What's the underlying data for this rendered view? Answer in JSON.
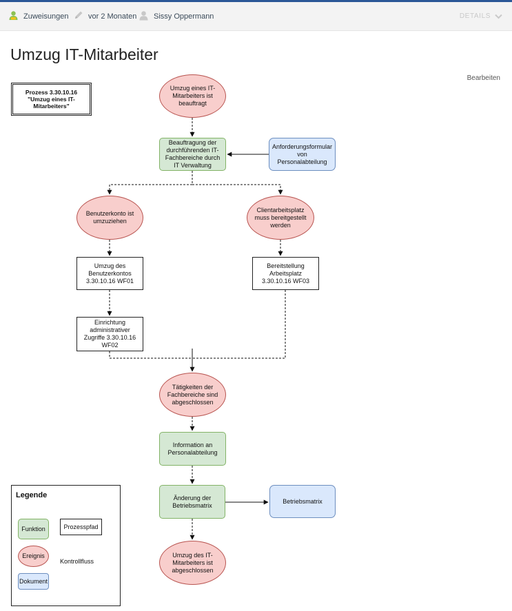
{
  "header": {
    "assignments_label": "Zuweisungen",
    "time_label": "vor 2 Monaten",
    "user_label": "Sissy Oppermann",
    "details_label": "DETAILS"
  },
  "page": {
    "title": "Umzug IT-Mitarbeiter",
    "edit_label": "Bearbeiten"
  },
  "diagram": {
    "process_label": "Prozess 3.30.10.16 \"Umzug eines IT-Mitarbeiters\"",
    "nodes": {
      "event_start": "Umzug eines IT-Mitarbeiters ist beauftragt",
      "fn_assign": "Beauftragung der durchführenden IT-Fachbereiche durch IT Verwaltung",
      "doc_request": "Anforderungsformular von Personalabteilung",
      "event_account": "Benutzerkonto ist umzuziehen",
      "event_client": "Clientarbeitsplatz muss bereitgestellt werden",
      "path_wf01": "Umzug des Benutzerkontos 3.30.10.16 WF01",
      "path_wf03": "Bereitstellung Arbeitsplatz 3.30.10.16 WF03",
      "path_wf02": "Einrichtung administrativer Zugriffe 3.30.10.16 WF02",
      "event_done_depts": "Tätigkeiten der Fachbereiche sind abgeschlossen",
      "fn_inform": "Information an Personalabteilung",
      "fn_change": "Änderung der Betriebsmatrix",
      "doc_matrix": "Betriebsmatrix",
      "event_end": "Umzug des IT-Mitarbeiters ist abgeschlossen"
    },
    "legend": {
      "title": "Legende",
      "function_label": "Funktion",
      "path_label": "Prozesspfad",
      "event_label": "Ereignis",
      "flow_label": "Kontrollfluss",
      "document_label": "Dokument"
    }
  },
  "colors": {
    "event_fill": "#f8cecc",
    "event_stroke": "#b85450",
    "function_fill": "#d5e8d4",
    "function_stroke": "#82b366",
    "document_fill": "#dae8fc",
    "document_stroke": "#6c8ebf",
    "header_bar": "#2b5797"
  },
  "icons": {
    "assignments": "user-check-icon",
    "time": "pencil-icon",
    "user": "user-icon",
    "details": "chevron-down-icon"
  }
}
